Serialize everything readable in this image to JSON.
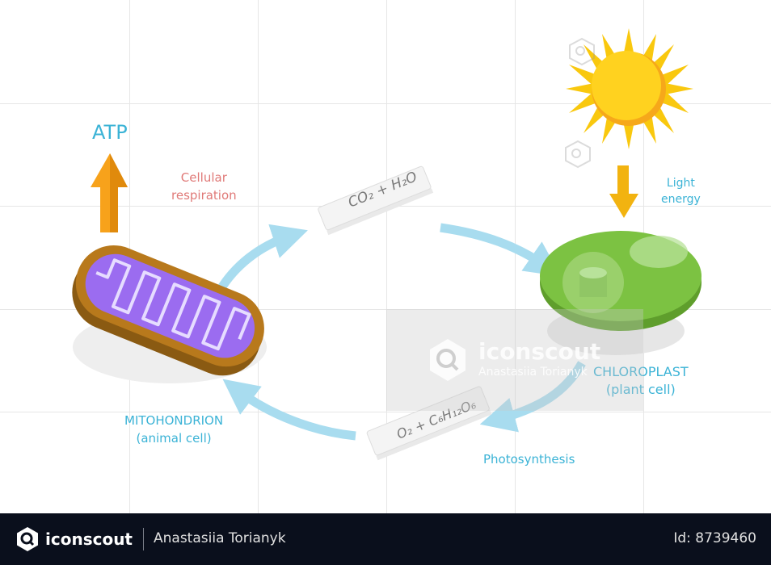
{
  "diagram": {
    "atp": "ATP",
    "cellular_respiration": [
      "Cellular",
      "respiration"
    ],
    "light_energy": [
      "Light",
      "energy"
    ],
    "co2_h2o": "CO₂ + H₂O",
    "o2_glucose": "O₂ + C₆H₁₂O₆",
    "mitochondrion": [
      "MITOHONDRION",
      "(animal cell)"
    ],
    "chloroplast": [
      "CHLOROPLAST",
      "(plant cell)"
    ],
    "photosynthesis": "Photosynthesis"
  },
  "watermark": {
    "brand": "iconscout",
    "author": "Anastasiia Torianyk"
  },
  "footer": {
    "brand": "iconscout",
    "author": "Anastasiia Torianyk",
    "id": "Id: 8739460"
  },
  "colors": {
    "label_blue": "#3bb3d6",
    "label_red": "#e07a78",
    "arrow_blue": "#a8dcef",
    "atp_arrow": "#f7a21b",
    "sun": "#f9c80e",
    "chloroplast": "#7cc242",
    "mitochondrion_shell": "#b8791c",
    "mitochondrion_inner": "#9b6cf0",
    "footer_bg": "#0a0f1c"
  },
  "icons": [
    "sun-icon",
    "mitochondrion-icon",
    "chloroplast-icon",
    "atp-arrow-icon",
    "light-arrow-icon",
    "iconscout-logo-icon"
  ]
}
